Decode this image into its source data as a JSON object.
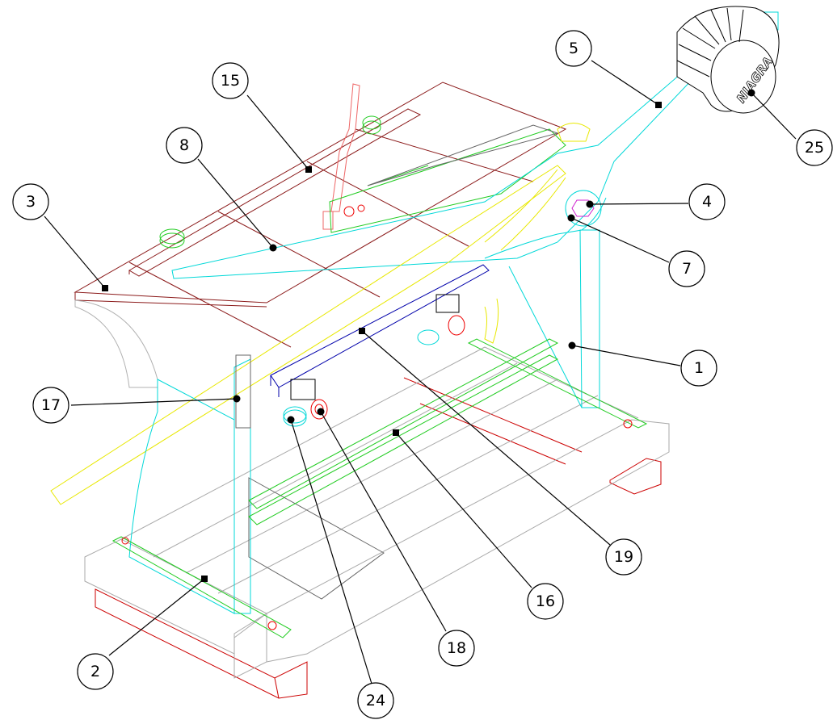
{
  "logo_text": "NIAGRA",
  "callouts": [
    {
      "label": "15"
    },
    {
      "label": "8"
    },
    {
      "label": "3"
    },
    {
      "label": "5"
    },
    {
      "label": "25"
    },
    {
      "label": "4"
    },
    {
      "label": "7"
    },
    {
      "label": "1"
    },
    {
      "label": "17"
    },
    {
      "label": "19"
    },
    {
      "label": "16"
    },
    {
      "label": "18"
    },
    {
      "label": "24"
    },
    {
      "label": "2"
    }
  ],
  "colors": {
    "table": "#8b1a1a",
    "lever": "#00d8d8",
    "handle": "#e8e800",
    "rail": "#22cc22",
    "channel": "#0000aa",
    "wood": "#b0b0b0",
    "skid": "#cc0000",
    "accent": "#ee0000",
    "leader": "#000000"
  }
}
